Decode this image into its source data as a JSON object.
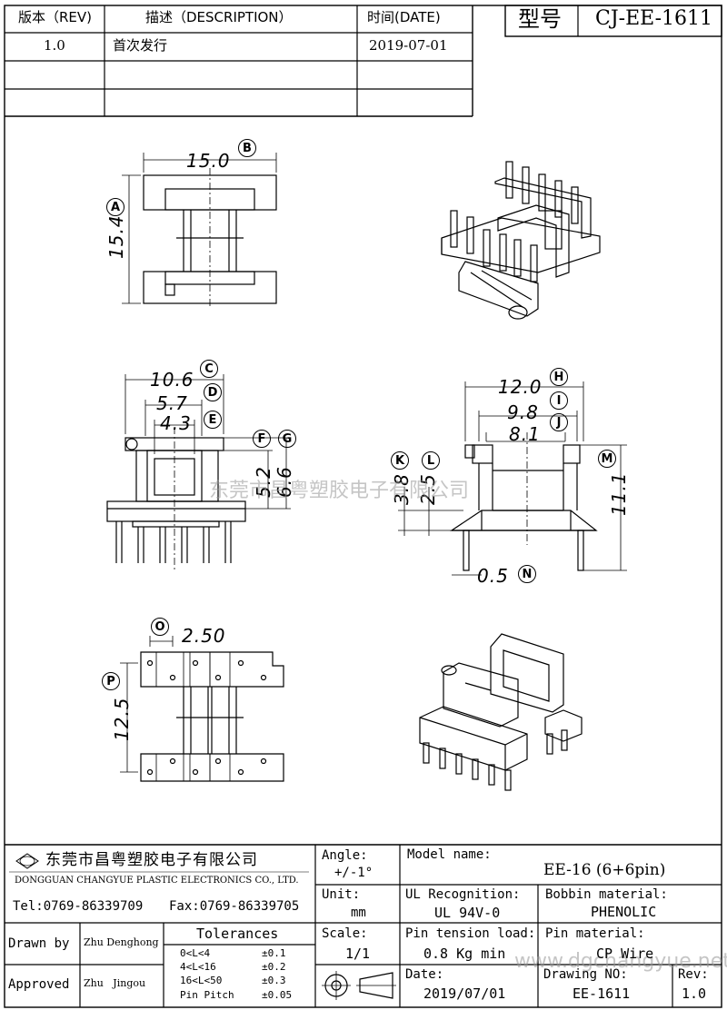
{
  "revision_table": {
    "headers": {
      "rev": "版本（REV)",
      "description": "描述（DESCRIPTION）",
      "date": "时间(DATE)"
    },
    "rows": [
      {
        "rev": "1.0",
        "description": "首次发行",
        "date": "2019-07-01"
      },
      {
        "rev": "",
        "description": "",
        "date": ""
      },
      {
        "rev": "",
        "description": "",
        "date": ""
      }
    ]
  },
  "model_box": {
    "label": "型号",
    "value": "CJ-EE-1611"
  },
  "dimensions": {
    "A": {
      "letter": "A",
      "value": "15.4"
    },
    "B": {
      "letter": "B",
      "value": "15.0"
    },
    "C": {
      "letter": "C",
      "value": "10.6"
    },
    "D": {
      "letter": "D",
      "value": "5.7"
    },
    "E": {
      "letter": "E",
      "value": "4.3"
    },
    "F": {
      "letter": "F",
      "value": "5.2"
    },
    "G": {
      "letter": "G",
      "value": "6.6"
    },
    "H": {
      "letter": "H",
      "value": "12.0"
    },
    "I": {
      "letter": "I",
      "value": "9.8"
    },
    "J": {
      "letter": "J",
      "value": "8.1"
    },
    "K": {
      "letter": "K",
      "value": "3.8"
    },
    "L": {
      "letter": "L",
      "value": "2.5"
    },
    "M": {
      "letter": "M",
      "value": "11.1"
    },
    "N": {
      "letter": "N",
      "value": "0.5"
    },
    "O": {
      "letter": "O",
      "value": "2.50"
    },
    "P": {
      "letter": "P",
      "value": "12.5"
    }
  },
  "watermark": {
    "company_cn": "东莞市昌粤塑胶电子有限公司",
    "url": "www.dgchangyue.net"
  },
  "title_block": {
    "company_cn": "东莞市昌粤塑胶电子有限公司",
    "company_en": "DONGGUAN CHANGYUE PLASTIC ELECTRONICS CO., LTD.",
    "tel": "Tel:0769-86339709",
    "fax": "Fax:0769-86339705",
    "angle_label": "Angle:",
    "angle_value": "+/-1°",
    "unit_label": "Unit:",
    "unit_value": "mm",
    "scale_label": "Scale:",
    "scale_value": "1/1",
    "model_name_label": "Model name:",
    "model_name_value": "EE-16 (6+6pin)",
    "ul_label": "UL Recognition:",
    "ul_value": "UL 94V-0",
    "bobbin_label": "Bobbin material:",
    "bobbin_value": "PHENOLIC",
    "pin_tension_label": "Pin tension load:",
    "pin_tension_value": "0.8 Kg min",
    "pin_material_label": "Pin material:",
    "pin_material_value": "CP Wire",
    "date_label": "Date:",
    "date_value": "2019/07/01",
    "drawing_no_label": "Drawing NO:",
    "drawing_no_value": "EE-1611",
    "rev_label": "Rev:",
    "rev_value": "1.0",
    "drawn_by_label": "Drawn by",
    "drawn_by_value": "Zhu Denghong",
    "approved_label": "Approved",
    "approved_value": "Zhu   Jingou",
    "tolerances_title": "Tolerances",
    "tolerances": [
      {
        "range": "0<L<4",
        "value": "±0.1"
      },
      {
        "range": "4<L<16",
        "value": "±0.2"
      },
      {
        "range": "16<L<50",
        "value": "±0.3"
      },
      {
        "range": "Pin Pitch",
        "value": "±0.05"
      }
    ]
  }
}
